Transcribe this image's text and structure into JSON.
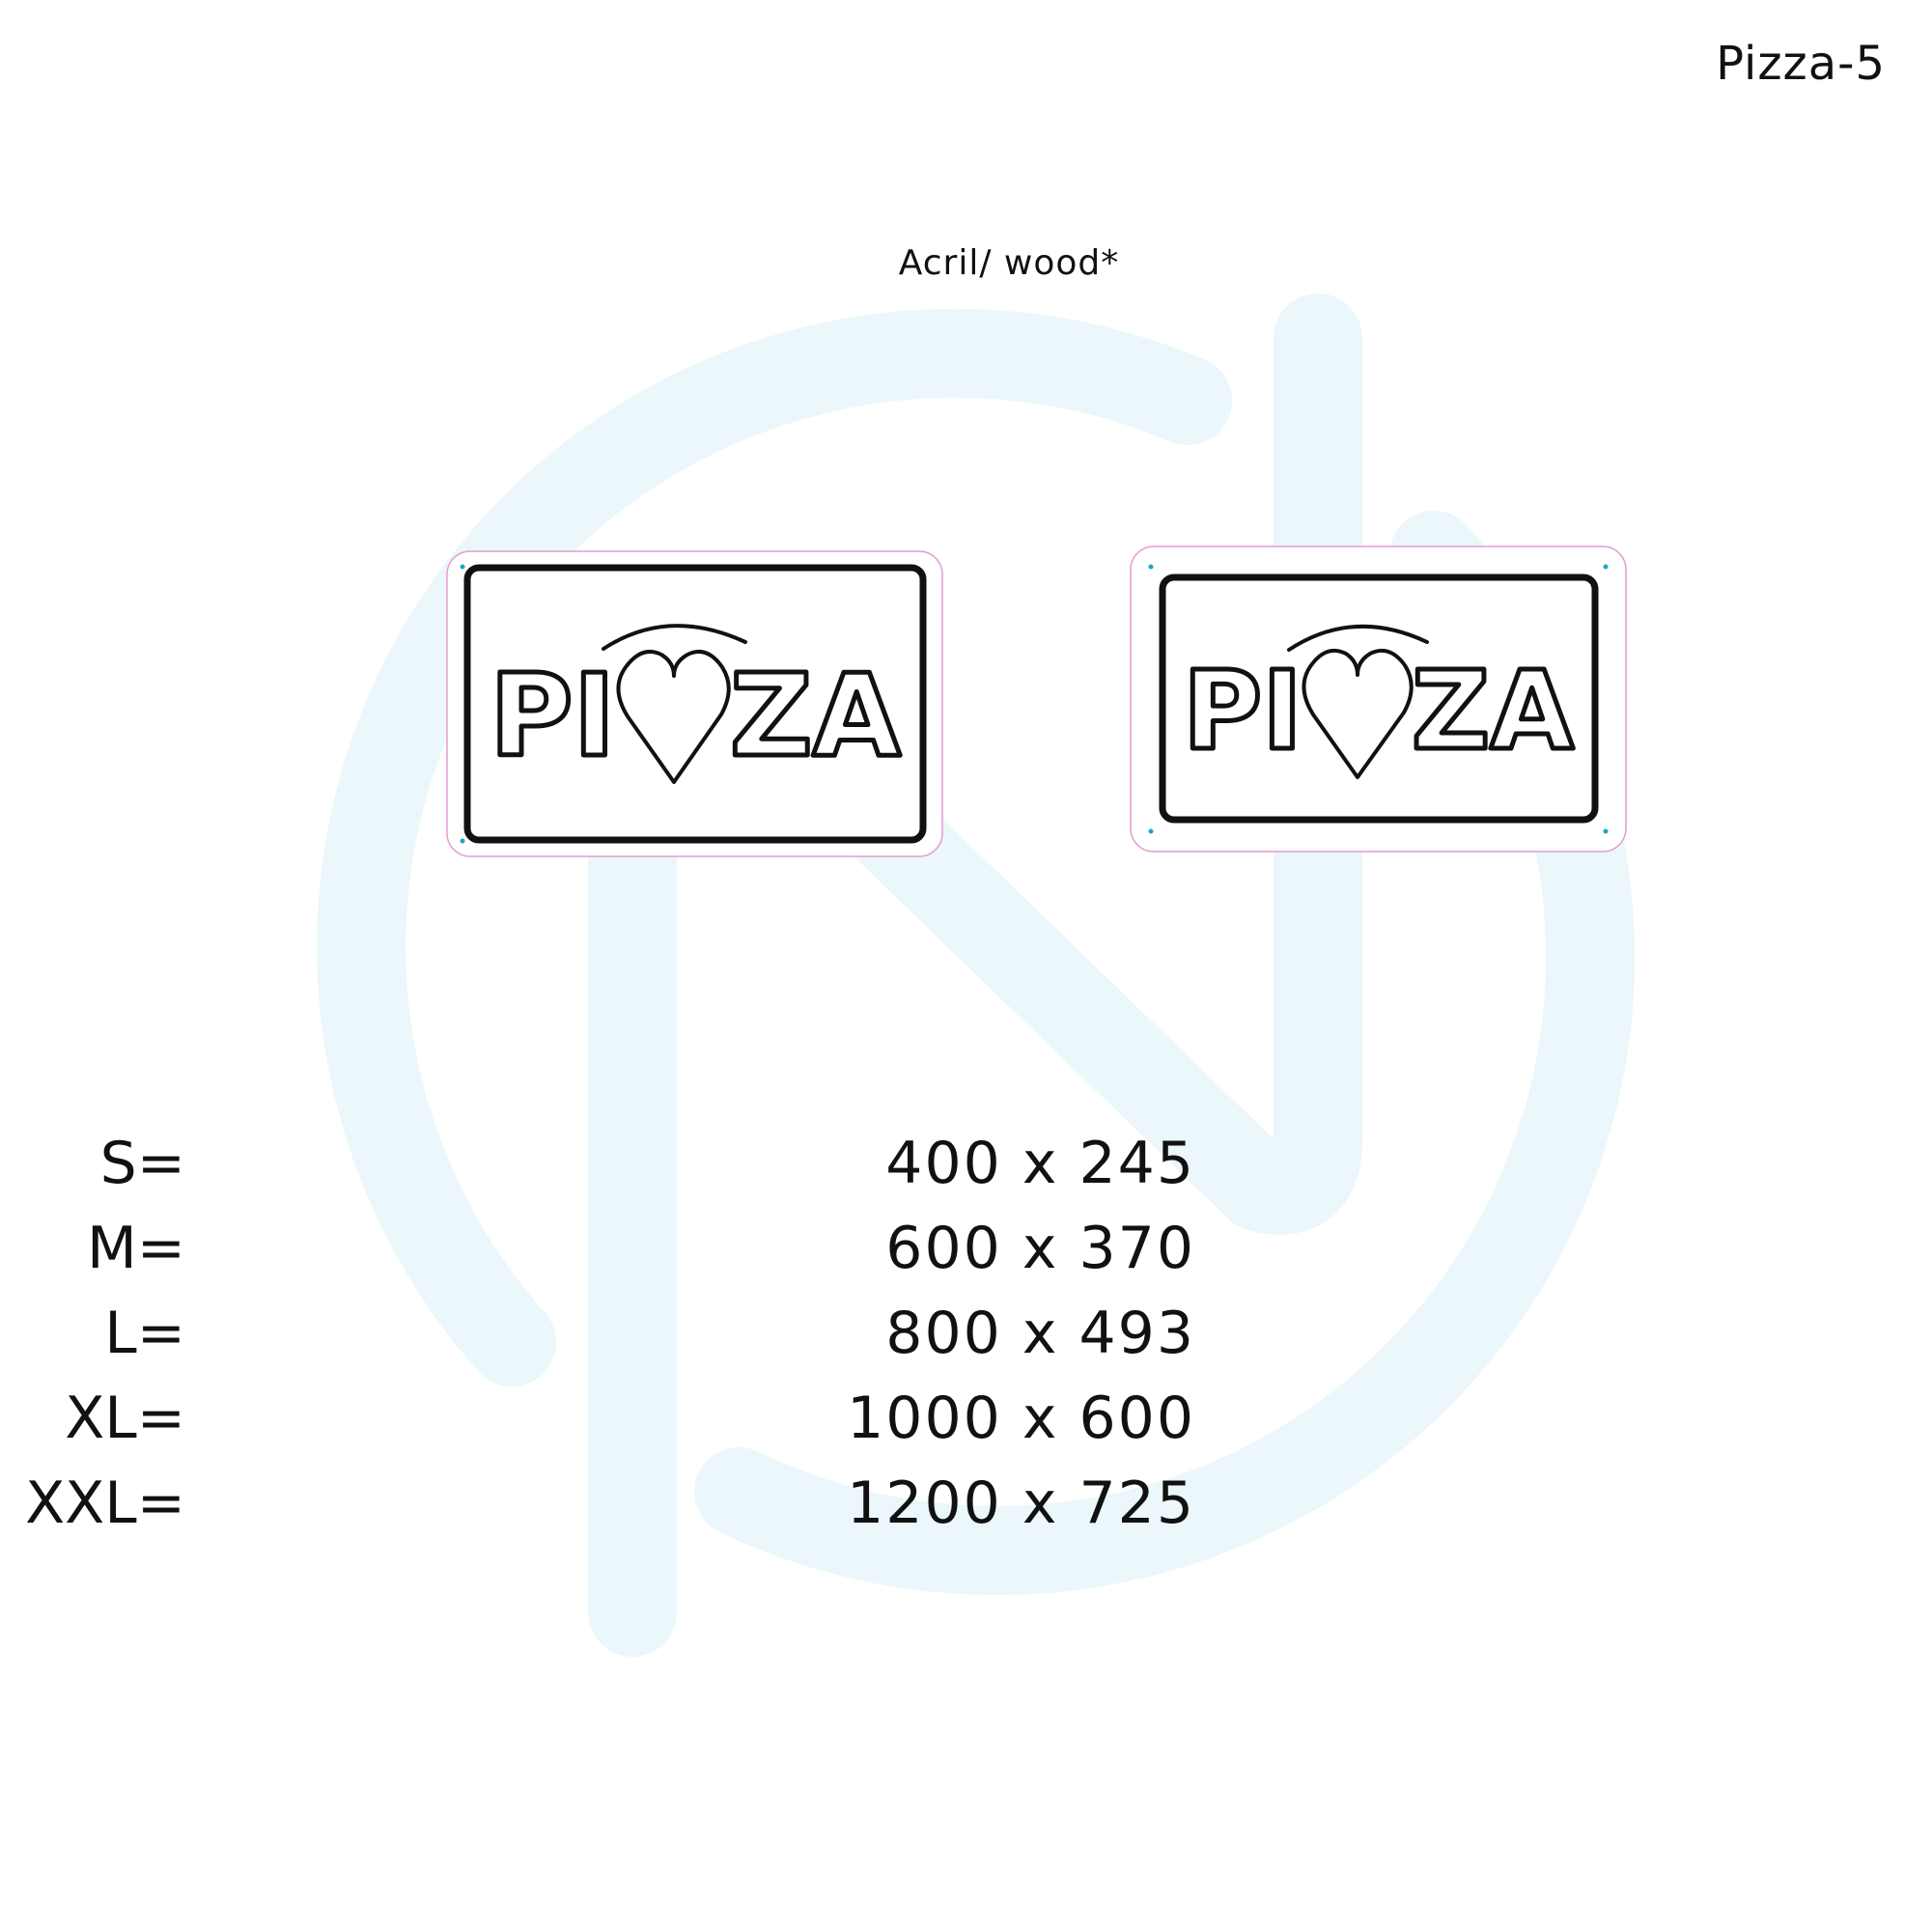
{
  "header": {
    "product_code": "Pizza-5"
  },
  "material": {
    "label": "Acril/ wood*"
  },
  "sign": {
    "text_left": "PI",
    "text_right": "ZA",
    "ink_color": "#111111",
    "cut_line_color": "#e49bd0",
    "mount_hole_color": "#1aa7c4"
  },
  "watermark": {
    "color": "#ebf7fa",
    "icon": "nd-monogram-logo"
  },
  "sizes": [
    {
      "label": "S=",
      "dimensions": "400 x 245"
    },
    {
      "label": "M=",
      "dimensions": "600 x 370"
    },
    {
      "label": "L=",
      "dimensions": "800 x 493"
    },
    {
      "label": "XL=",
      "dimensions": "1000 x 600"
    },
    {
      "label": "XXL=",
      "dimensions": "1200 x 725"
    }
  ]
}
